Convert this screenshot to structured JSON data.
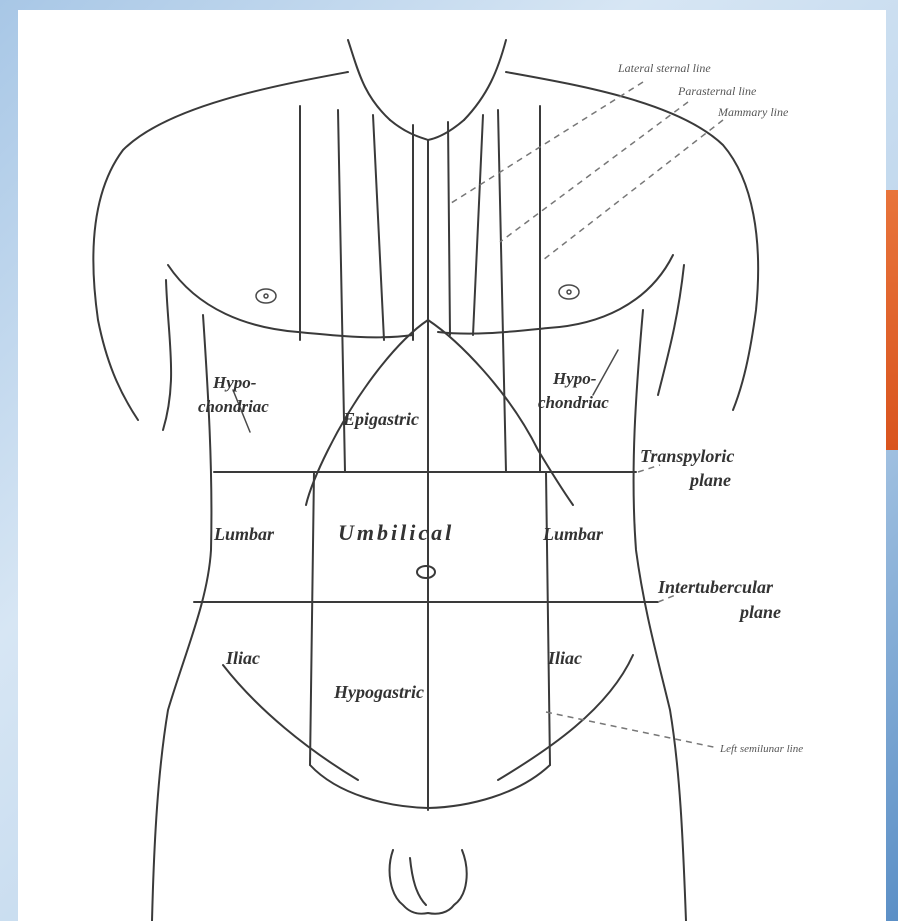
{
  "labels": {
    "lateral_sternal_line": "Lateral sternal line",
    "parasternal_line": "Parasternal line",
    "mammary_line": "Mammary line",
    "hypochondriac_left": "Hypo-",
    "hypochondriac_left_2": "chondriac",
    "hypochondriac_right": "Hypo-",
    "hypochondriac_right_2": "chondriac",
    "epigastric": "Epigastric",
    "transpyloric_plane": "Transpyloric",
    "transpyloric_plane_2": "plane",
    "lumbar_left": "Lumbar",
    "umbilical": "Umbilical",
    "lumbar_right": "Lumbar",
    "intertubercular_plane": "Intertubercular",
    "intertubercular_plane_2": "plane",
    "iliac_left": "Iliac",
    "hypogastric": "Hypogastric",
    "iliac_right": "Iliac",
    "left_semilunar_line": "Left semilunar line"
  }
}
